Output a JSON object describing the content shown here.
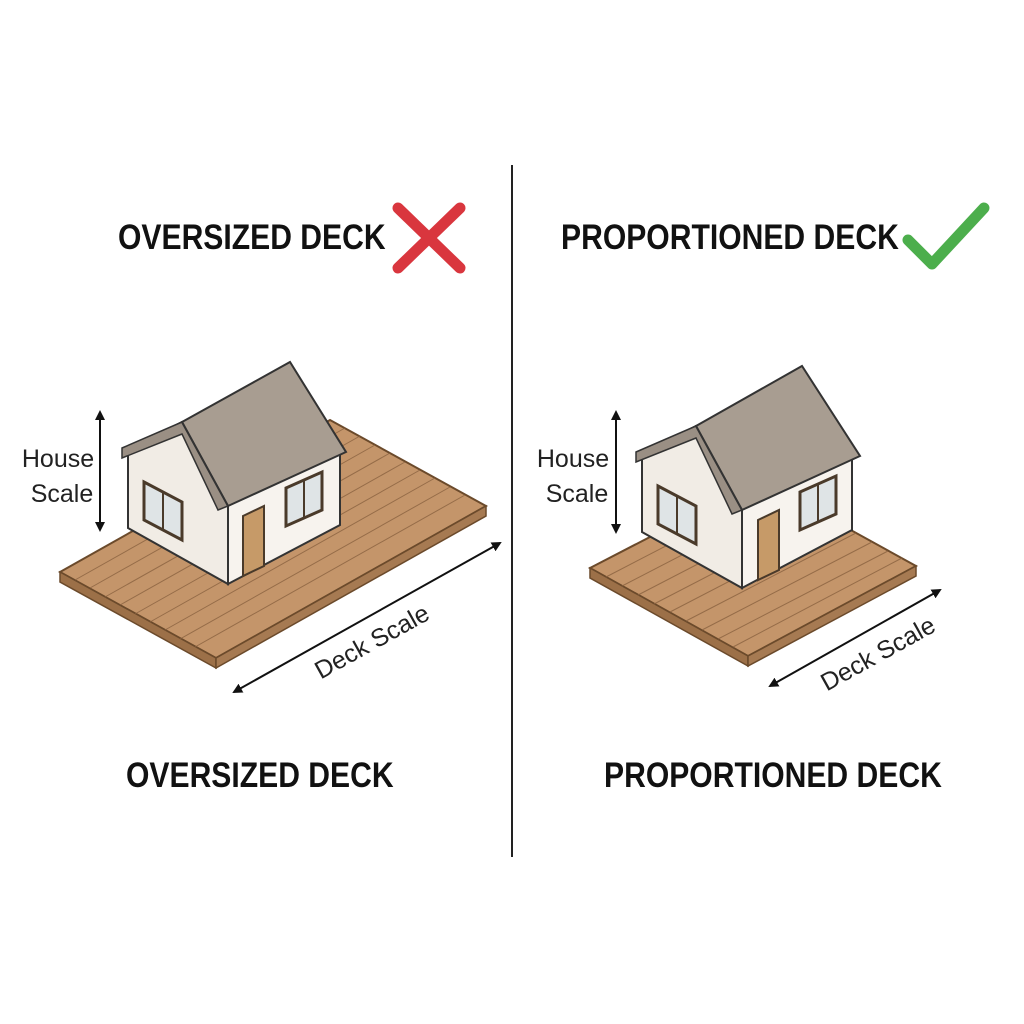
{
  "left_panel": {
    "title": "OVERSIZED DECK",
    "caption": "OVERSIZED DECK",
    "verdict_icon": "x-mark-icon",
    "house_scale_line1": "House",
    "house_scale_line2": "Scale",
    "deck_scale_label": "Deck Scale"
  },
  "right_panel": {
    "title": "PROPORTIONED DECK",
    "caption": "PROPORTIONED DECK",
    "verdict_icon": "check-mark-icon",
    "house_scale_line1": "House",
    "house_scale_line2": "Scale",
    "deck_scale_label": "Deck Scale"
  },
  "colors": {
    "x_mark": "#d9363e",
    "check_mark": "#4cae4c",
    "deck": "#c4956a",
    "roof": "#a89d91",
    "wall": "#f3efe9",
    "door": "#c69a68"
  }
}
